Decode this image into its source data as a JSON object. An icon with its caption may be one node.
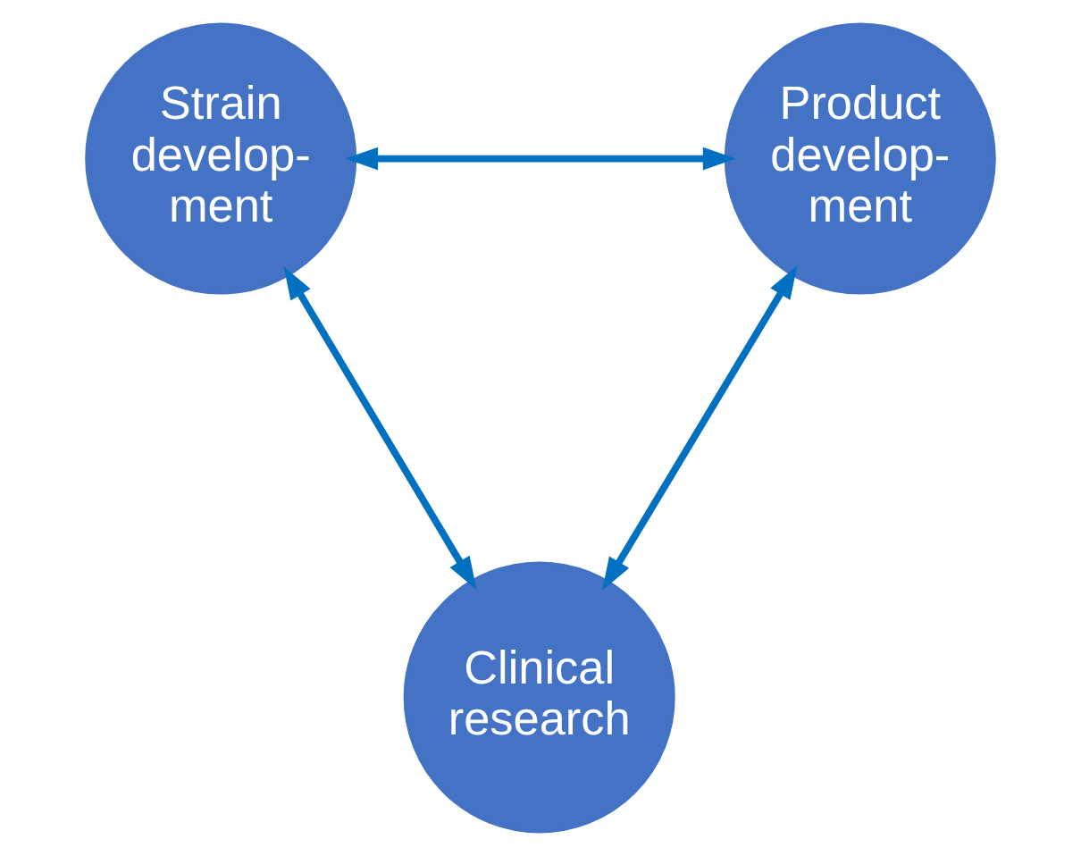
{
  "diagram": {
    "nodes": [
      {
        "text": [
          "Strain develop- ment"
        ]
      },
      {
        "text": [
          "Product develop- ment"
        ]
      },
      {
        "text": [
          "Clinical research"
        ]
      }
    ],
    "edges": [
      {
        "from": 0,
        "to": 1,
        "arrow": "both"
      },
      {
        "from": 0,
        "to": 2,
        "arrow": "both"
      },
      {
        "from": 1,
        "to": 2,
        "arrow": "both"
      }
    ]
  }
}
